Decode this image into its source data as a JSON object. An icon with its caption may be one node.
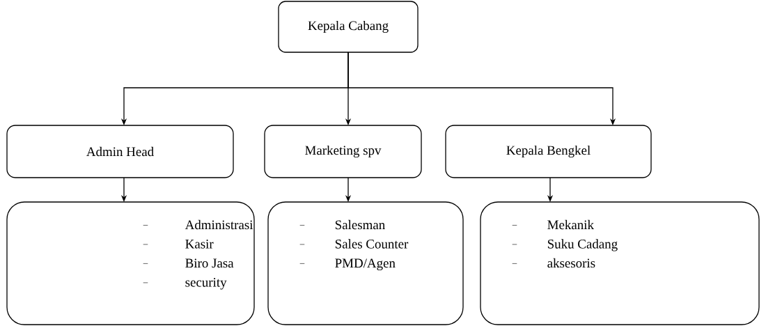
{
  "diagram": {
    "nodes": [
      {
        "text": [
          "Kepala Cabang"
        ]
      },
      {
        "text": [
          "Admin Head"
        ]
      },
      {
        "text": [
          "Marketing spv"
        ]
      },
      {
        "text": [
          "Kepala Bengkel"
        ]
      },
      {
        "text": [
          "Administrasi",
          "Kasir",
          "Biro Jasa",
          "security"
        ]
      },
      {
        "text": [
          "Salesman",
          "Sales Counter",
          "PMD/Agen"
        ]
      },
      {
        "text": [
          "Mekanik",
          "Suku Cadang",
          "aksesoris"
        ]
      }
    ],
    "edges": [
      {
        "from": 0,
        "to": 1,
        "arrow": "to"
      },
      {
        "from": 0,
        "to": 2,
        "arrow": "to"
      },
      {
        "from": 0,
        "to": 3,
        "arrow": "to"
      },
      {
        "from": 1,
        "to": 4,
        "arrow": "to"
      },
      {
        "from": 2,
        "to": 5,
        "arrow": "to"
      },
      {
        "from": 3,
        "to": 6,
        "arrow": "to"
      }
    ]
  }
}
